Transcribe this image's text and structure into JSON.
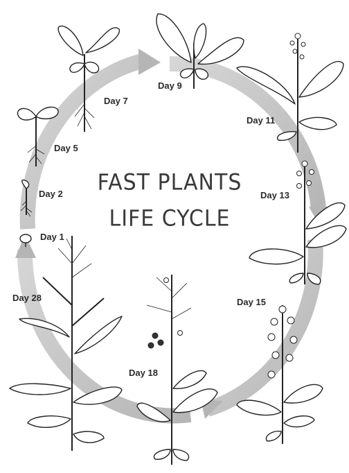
{
  "title": {
    "line1": "FAST PLANTS",
    "line2": "LIFE CYCLE"
  },
  "stages": [
    {
      "label": "Day 1"
    },
    {
      "label": "Day 2"
    },
    {
      "label": "Day 5"
    },
    {
      "label": "Day 7"
    },
    {
      "label": "Day 9"
    },
    {
      "label": "Day 11"
    },
    {
      "label": "Day 13"
    },
    {
      "label": "Day 15"
    },
    {
      "label": "Day 18"
    },
    {
      "label": "Day 28"
    }
  ],
  "colors": {
    "arrow": "#b9b9b9",
    "ink": "#222222",
    "background": "#ffffff"
  }
}
